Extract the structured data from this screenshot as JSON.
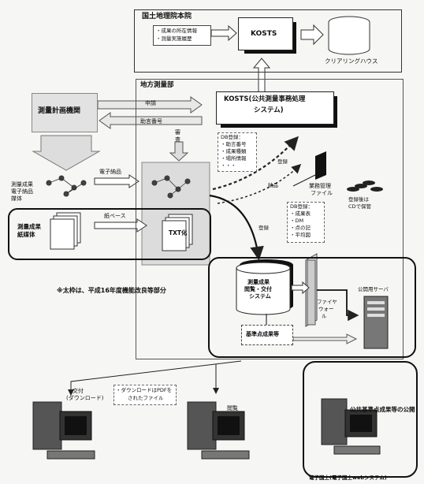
{
  "hq": {
    "title": "国土地理院本院",
    "items": [
      "・成果の所在情報",
      "・測量実施履歴"
    ],
    "kosts": "KOSTS",
    "clearing_house": "クリアリングハウス"
  },
  "regional": {
    "title": "地方測量部",
    "kosts_full_line1": "KOSTS(公共測量事務処理",
    "kosts_full_line2": "システム)",
    "db_register_list": [
      "DB登録：",
      "・助言番号",
      "・成果種類",
      "・場所情報",
      "・・・"
    ],
    "register_label1": "登録",
    "register_label2": "登録",
    "deliver_label": "納品",
    "business_file_line1": "業務管理",
    "business_file_line2": "ファイル",
    "db_register_list2": [
      "DB登録：",
      "・成果表",
      "・DM",
      "・点の記",
      "・平均図"
    ],
    "cd_store_line1": "登録後は",
    "cd_store_line2": "CDで保管",
    "txt_label": "TXT化",
    "inspection_line1": "審",
    "inspection_line2": "査"
  },
  "planner": {
    "label": "測量計画機関",
    "apply": "申請",
    "advice_no": "助言番号"
  },
  "electronic": {
    "media_line1": "測量成果",
    "media_line2": "電子納品",
    "media_line3": "媒体",
    "delivery": "電子納品"
  },
  "paper": {
    "media_line1": "測量成果",
    "media_line2": "紙媒体",
    "base": "紙ベース"
  },
  "note": "※太枠は、平成16年度機能改良等部分",
  "system": {
    "line1": "測量成果",
    "line2": "閲覧・交付",
    "line3": "システム",
    "firewall_line1": "ファイヤ",
    "firewall_line2": "ウォー",
    "firewall_line3": "ル",
    "server": "公開用サーバ",
    "benchmark": "基準点成果等"
  },
  "bottom": {
    "issue_line1": "交付",
    "issue_line2": "(ダウンロード)",
    "pdf_line1": "・ダウンロードはPDFを",
    "pdf_line2": "されたファイル",
    "browse": "閲覧",
    "public": "公共基準点成果等の公開",
    "web_system": "電子国土(電子国土webシステム)"
  }
}
